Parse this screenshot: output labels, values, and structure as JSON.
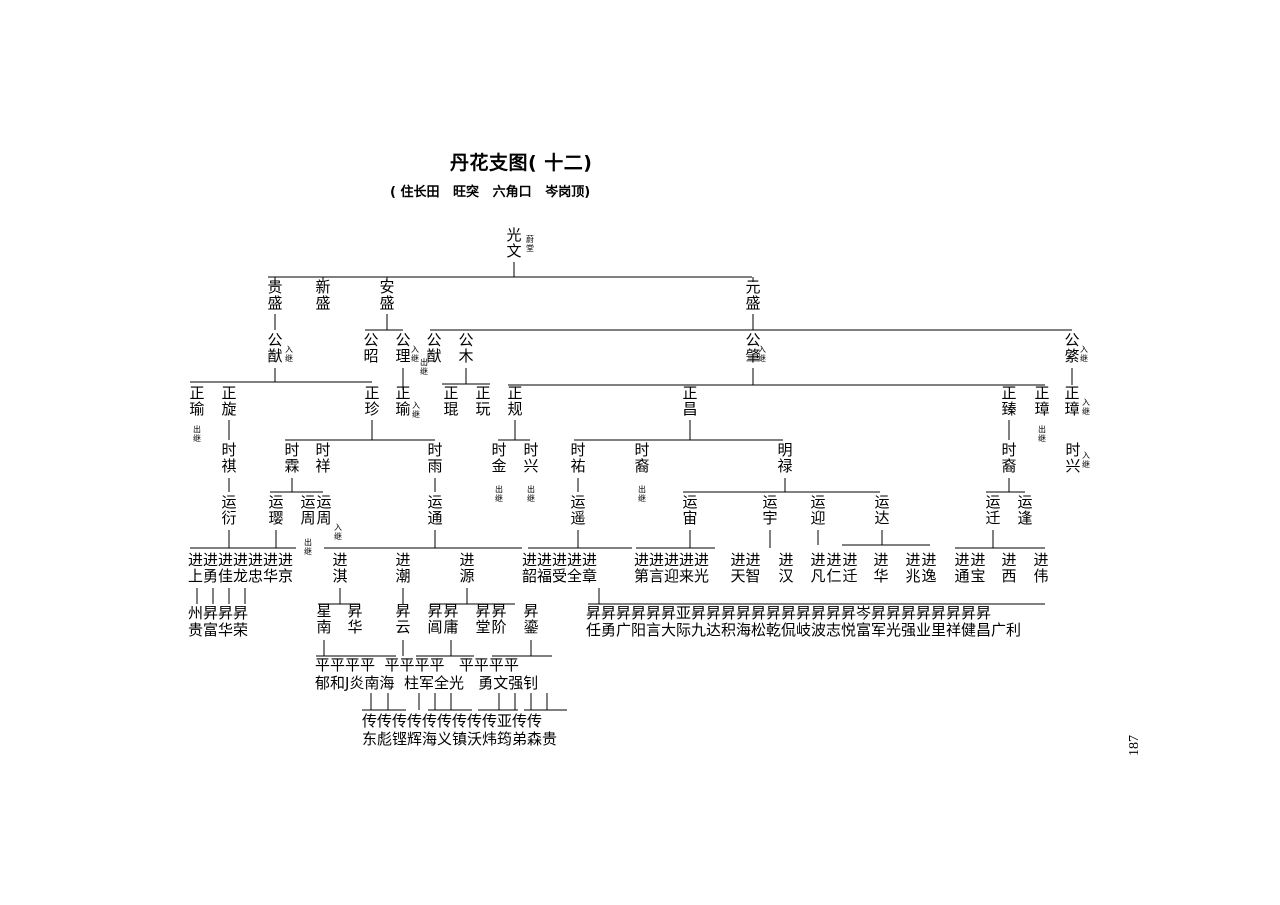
{
  "title": "丹花支图( 十二)",
  "subtitle": "( 住长田   旺突   六角口   岑岗顶)",
  "page_number": "187",
  "tree": {
    "gen1": [
      "光文"
    ],
    "gen1_note": "蔚堂",
    "gen2": [
      "贵盛",
      "新盛",
      "安盛",
      "元盛"
    ],
    "gen3": [
      "公猷",
      "公昭",
      "公理",
      "公猷",
      "公木",
      "公肇",
      "公綮"
    ],
    "gen3_notes": [
      "入继",
      "出继"
    ],
    "gen4": [
      "正瑜",
      "正旋",
      "正珍",
      "正瑜",
      "正琨",
      "正玩",
      "正规",
      "正昌",
      "正臻",
      "正璋",
      "正璋"
    ],
    "gen4_notes": [
      "出继",
      "入继",
      "出继",
      "入继"
    ],
    "gen5": [
      "时祺",
      "时霖",
      "时祥",
      "时雨",
      "时金",
      "时兴",
      "时祐",
      "时裔",
      "明禄",
      "时裔",
      "时兴"
    ],
    "gen5_notes": [
      "出继",
      "出继",
      "出继",
      "入继"
    ],
    "gen6": [
      "运衍",
      "运璎",
      "运周",
      "运周",
      "运通",
      "运遥",
      "运宙",
      "运宇",
      "运迎",
      "运达",
      "运迁",
      "运逢"
    ],
    "gen6_notes": [
      "出继",
      "入继"
    ],
    "gen7": [
      "进上",
      "进勇",
      "进佳",
      "进龙",
      "进忠",
      "进华",
      "进京",
      "进淇",
      "进潮",
      "进源",
      "进韶",
      "进福",
      "进受",
      "进全",
      "进章",
      "进第",
      "进言",
      "进迎",
      "进来",
      "进光",
      "进天",
      "进智",
      "进汉",
      "进凡",
      "进仁",
      "进迁",
      "进华",
      "进兆",
      "进逸",
      "进通",
      "进宝",
      "进西",
      "进伟"
    ],
    "gen8_row": "州昇昇昇",
    "gen8_row2": "贵富华荣",
    "gen8_b": [
      "星南",
      "昇华",
      "昇云",
      "昇阊",
      "昇庸",
      "昇堂",
      "昇阶",
      "昇鎏"
    ],
    "gen8_c_row": "昇昇昇昇昇昇亚昇昇昇昇昇昇昇昇昇昇昇岑昇昇昇昇昇昇昇昇",
    "gen8_c_row2": "任勇广阳言大际九达积海松乾侃岐波志悦富军光强业里祥健昌广利",
    "gen9_row": "平平平平  平平平平   平平平平",
    "gen9_row2": "郁和J炎南海  柱军全光   勇文强钊",
    "gen10_row": "传传传传传传传传传亚传传",
    "gen10_row2": "东彪铿辉海义镇沃炜筠弟森贵"
  }
}
